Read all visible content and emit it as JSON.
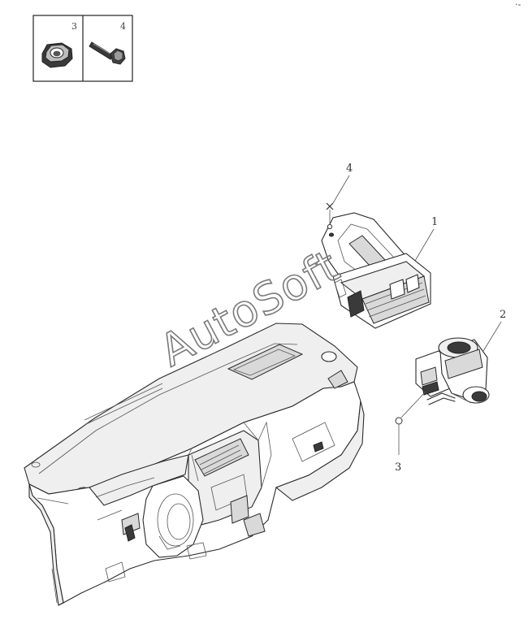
{
  "legend": {
    "cells": [
      {
        "number": "3",
        "icon": "hex-nut-icon"
      },
      {
        "number": "4",
        "icon": "hex-bolt-icon"
      }
    ]
  },
  "callouts": {
    "part_1": "1",
    "part_2": "2",
    "part_3": "3",
    "part_4": "4"
  },
  "watermark": "AutoSoft",
  "corner_mark": "·-"
}
